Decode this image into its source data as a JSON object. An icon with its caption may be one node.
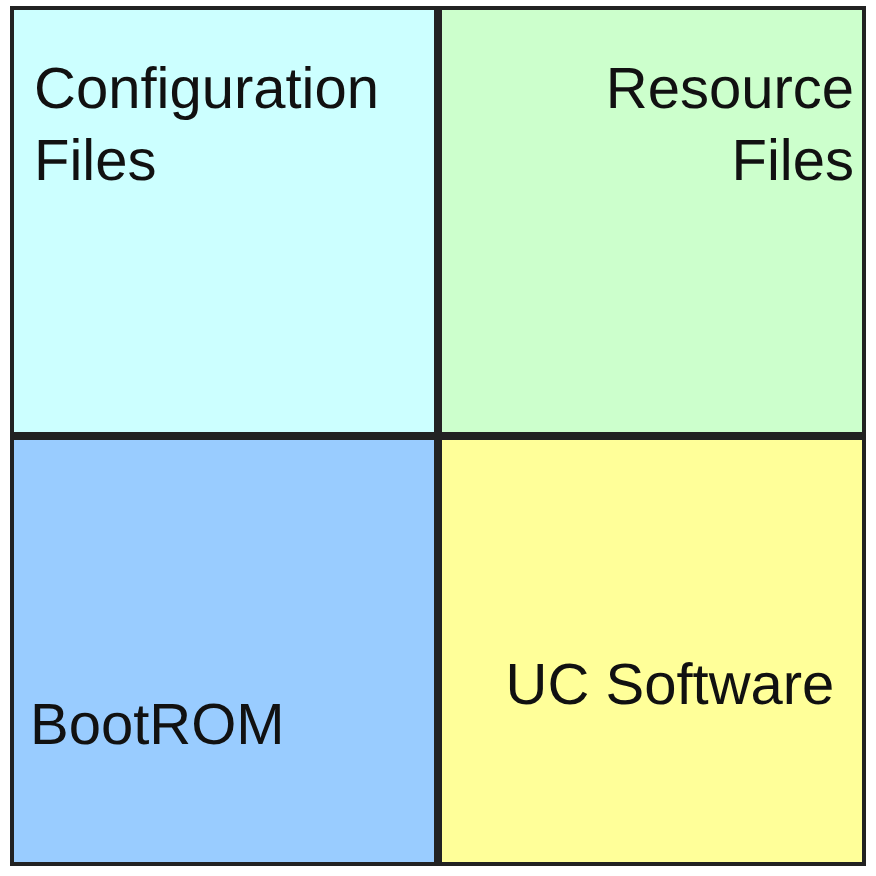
{
  "diagram": {
    "nodes": [
      {
        "text": [
          "Configuration Files"
        ]
      },
      {
        "text": [
          "Resource Files"
        ]
      },
      {
        "text": [
          "BootROM"
        ]
      },
      {
        "text": [
          "UC Software"
        ]
      }
    ]
  }
}
